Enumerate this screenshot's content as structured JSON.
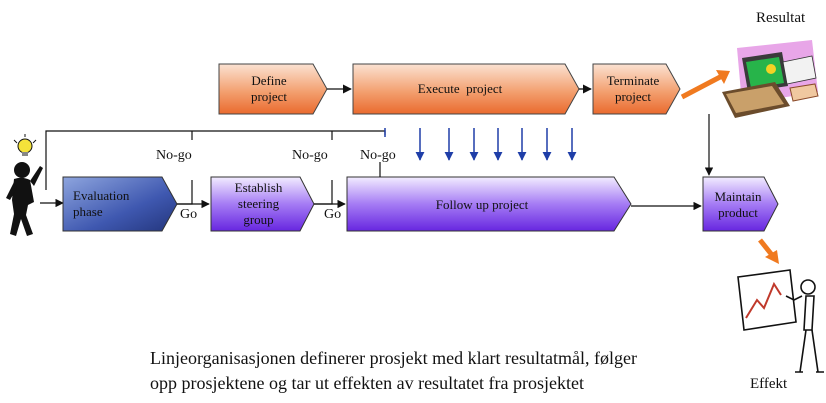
{
  "boxes": {
    "define": "Define\nproject",
    "execute": "Execute  project",
    "terminate": "Terminate\nproject",
    "evaluation": "Evaluation\nphase",
    "establish": "Establish\nsteering\ngroup",
    "followup": "Follow up project",
    "maintain": "Maintain\nproduct"
  },
  "labels": {
    "resultat": "Resultat",
    "effekt": "Effekt",
    "nogo1": "No-go",
    "nogo2": "No-go",
    "nogo3": "No-go",
    "go1": "Go",
    "go2": "Go"
  },
  "caption": {
    "line1": "Linjeorganisasjonen definerer prosjekt med klart resultatmål, følger",
    "line2": "opp prosjektene og tar ut effekten av resultatet fra prosjektet"
  },
  "icons": [
    "person-lightbulb-icon",
    "computer-clipart-icon",
    "presentation-clipart-icon"
  ],
  "colors": {
    "orange": "#f08040",
    "blue_arrow": "#1f3ea8",
    "purple": "#7b35e8",
    "navy": "#2d3f8a"
  }
}
